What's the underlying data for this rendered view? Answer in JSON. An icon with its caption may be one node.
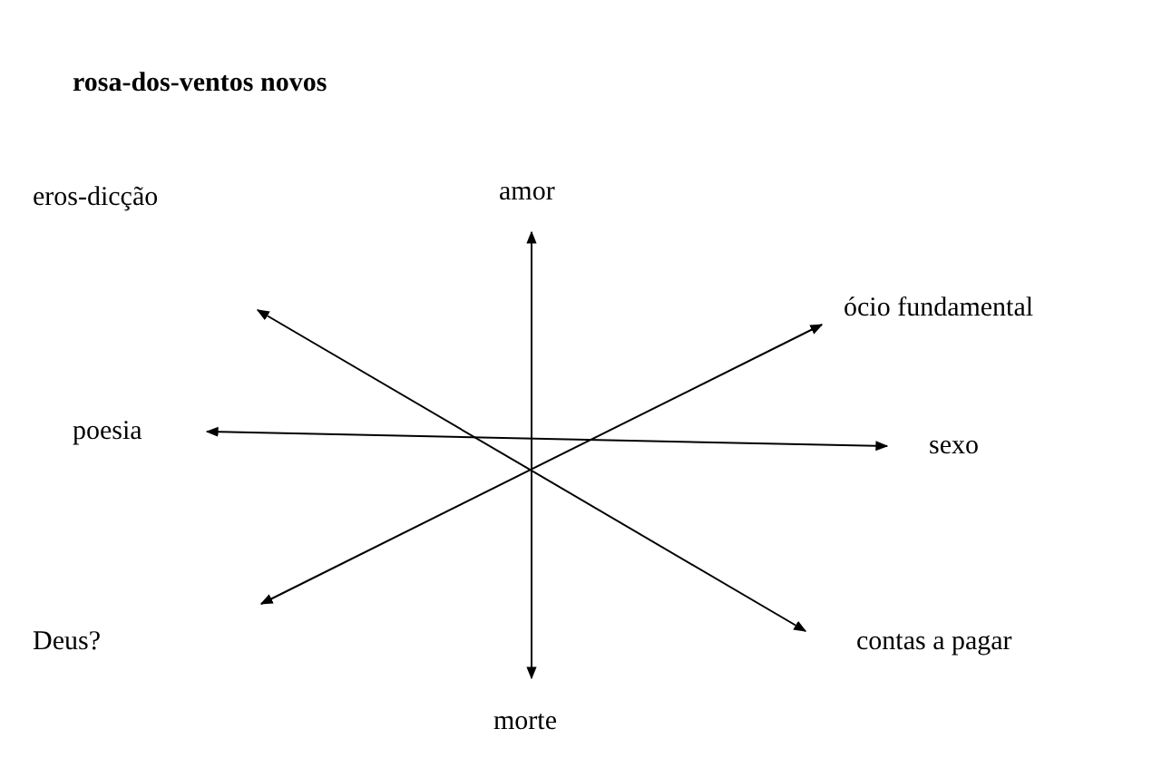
{
  "diagram": {
    "title": "rosa-dos-ventos novos",
    "nodes": [
      {
        "text": [
          "amor"
        ]
      },
      {
        "text": [
          "eros-dicção"
        ]
      },
      {
        "text": [
          "ócio fundamental"
        ]
      },
      {
        "text": [
          "poesia"
        ]
      },
      {
        "text": [
          "sexo"
        ]
      },
      {
        "text": [
          "Deus?"
        ]
      },
      {
        "text": [
          "contas a pagar"
        ]
      },
      {
        "text": [
          "morte"
        ]
      }
    ],
    "edges": [
      {
        "from": 0,
        "to": 7,
        "arrow": "both"
      },
      {
        "from": 3,
        "to": 4,
        "arrow": "both"
      },
      {
        "from": 1,
        "to": 6,
        "arrow": "both"
      },
      {
        "from": 5,
        "to": 2,
        "arrow": "both"
      }
    ]
  }
}
